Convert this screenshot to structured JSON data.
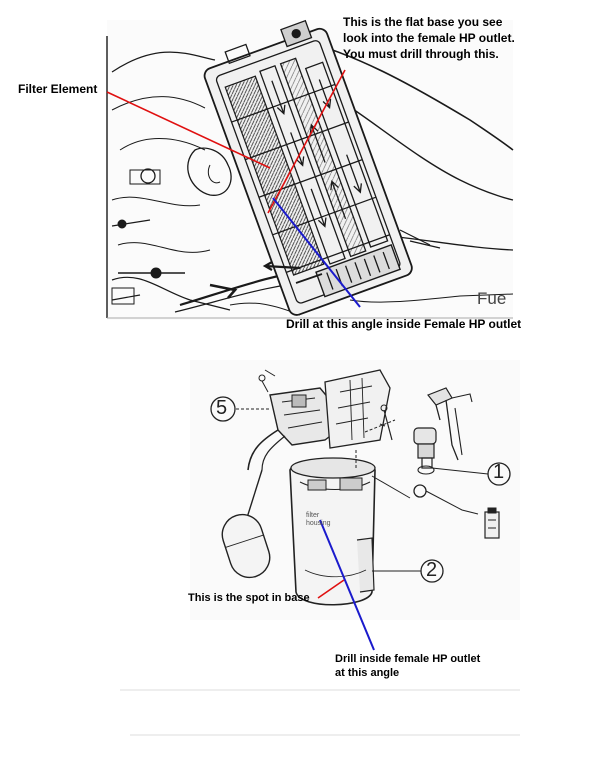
{
  "top_diagram": {
    "annotations": {
      "flat_base": [
        "This is the flat base you see",
        "look into the female HP outlet.",
        "You must drill through this."
      ],
      "filter_element": "Filter Element",
      "drill_angle": "Drill at this angle inside Female HP outlet"
    },
    "partial_text": "Fue"
  },
  "bottom_diagram": {
    "callouts": [
      "5",
      "1",
      "2"
    ],
    "housing_text": [
      "filter",
      "housing"
    ],
    "annotations": {
      "spot": "This is the spot in base",
      "drill_inside": [
        "Drill inside female HP outlet",
        "at this angle"
      ]
    }
  },
  "colors": {
    "pointer_red": "#e01010",
    "pointer_blue": "#1a1acc",
    "ink": "#1a1a1a"
  }
}
